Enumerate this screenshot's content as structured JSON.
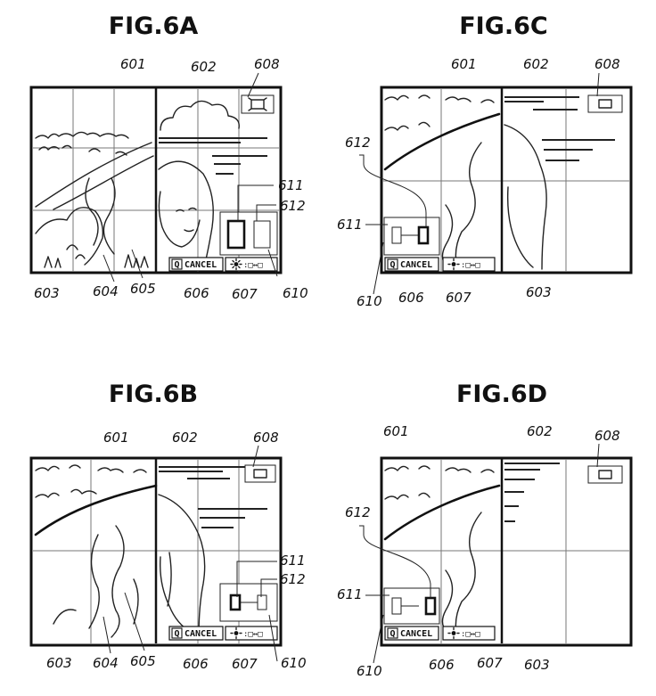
{
  "figures": {
    "a": {
      "title": "FIG.6A",
      "refs": {
        "r601": "601",
        "r602": "602",
        "r608": "608",
        "r611": "611",
        "r612": "612",
        "r603": "603",
        "r604": "604",
        "r605": "605",
        "r606": "606",
        "r607": "607",
        "r610": "610"
      }
    },
    "b": {
      "title": "FIG.6B",
      "refs": {
        "r601": "601",
        "r602": "602",
        "r608": "608",
        "r611": "611",
        "r612": "612",
        "r603": "603",
        "r604": "604",
        "r605": "605",
        "r606": "606",
        "r607": "607",
        "r610": "610"
      }
    },
    "c": {
      "title": "FIG.6C",
      "refs": {
        "r601": "601",
        "r602": "602",
        "r608": "608",
        "r612": "612",
        "r611": "611",
        "r610": "610",
        "r606": "606",
        "r607": "607",
        "r603": "603"
      }
    },
    "d": {
      "title": "FIG.6D",
      "refs": {
        "r601": "601",
        "r602": "602",
        "r608": "608",
        "r612": "612",
        "r611": "611",
        "r610": "610",
        "r606": "606",
        "r607": "607",
        "r603": "603"
      }
    }
  },
  "buttons": {
    "cancel_key": "Q",
    "cancel_label": "CANCEL",
    "swap_symbol": ":□↔□"
  },
  "icons": {
    "magnify": "zoom-frame-icon",
    "sun": "sun-icon"
  }
}
